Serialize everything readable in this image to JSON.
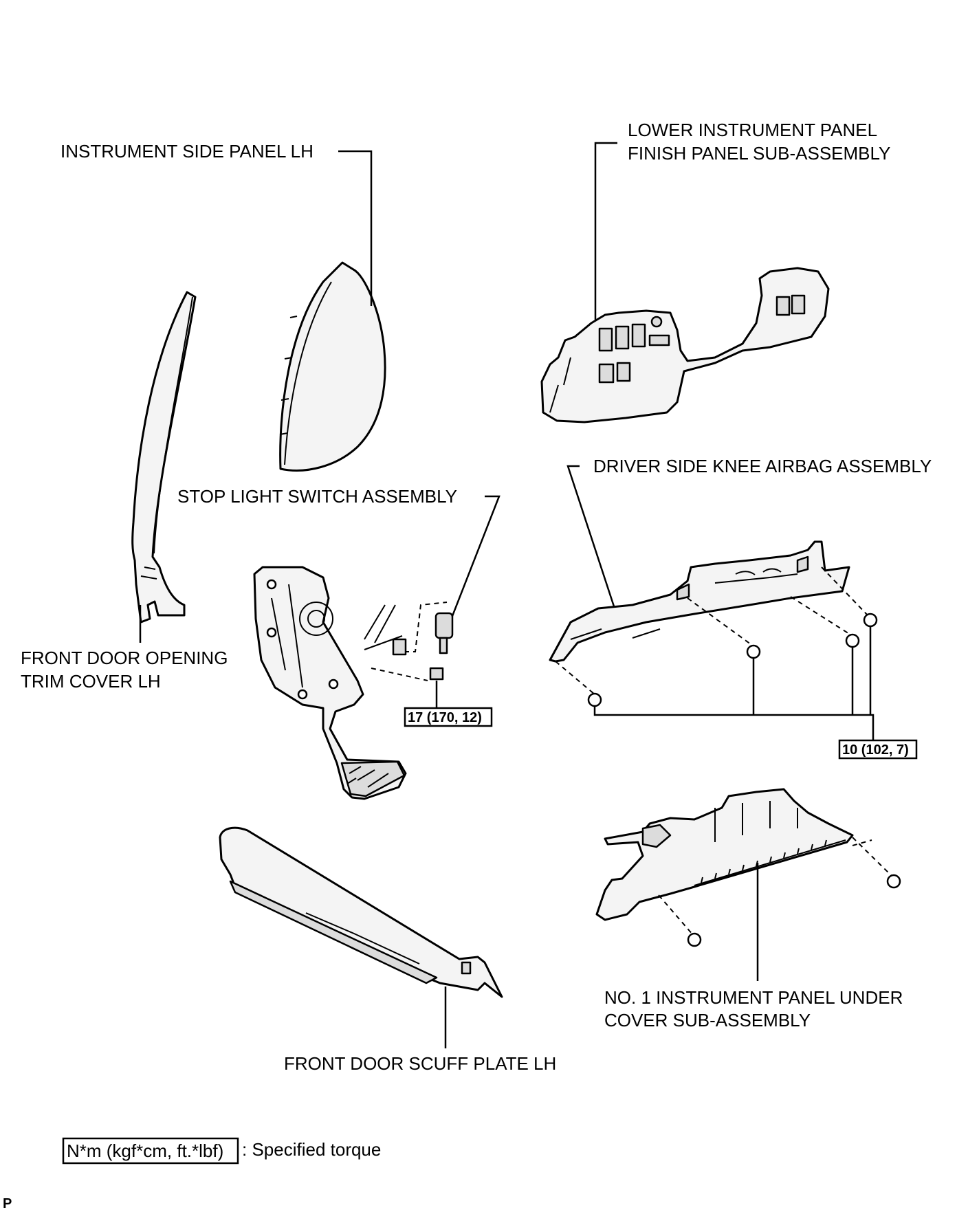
{
  "labels": {
    "instrument_side_panel": "INSTRUMENT SIDE PANEL LH",
    "lower_panel_line1": "LOWER INSTRUMENT PANEL",
    "lower_panel_line2": "FINISH PANEL SUB-ASSEMBLY",
    "knee_airbag": "DRIVER SIDE KNEE AIRBAG ASSEMBLY",
    "stop_light_switch": "STOP LIGHT SWITCH ASSEMBLY",
    "door_trim_line1": "FRONT DOOR OPENING",
    "door_trim_line2": "TRIM COVER LH",
    "under_cover_line1": "NO. 1 INSTRUMENT PANEL UNDER",
    "under_cover_line2": "COVER SUB-ASSEMBLY",
    "scuff_plate": "FRONT DOOR SCUFF PLATE LH"
  },
  "torque_specs": {
    "stop_light_switch": "17 (170, 12)",
    "knee_airbag": "10 (102, 7)"
  },
  "legend": {
    "unit_box": "N*m (kgf*cm, ft.*lbf)",
    "description": ": Specified torque"
  },
  "footer_mark": "P",
  "icons": [
    "knee-airbag-bolt-icon",
    "under-cover-bolt-icon",
    "stop-light-nut-icon"
  ]
}
